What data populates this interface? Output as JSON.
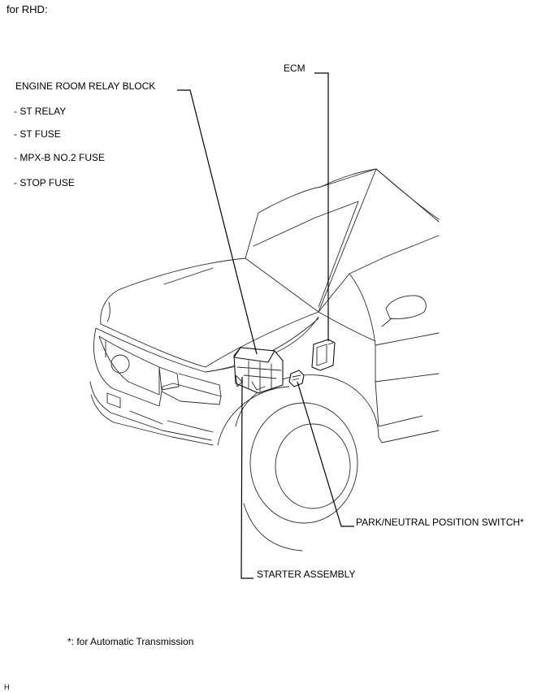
{
  "header": {
    "title": "for RHD:"
  },
  "labels": {
    "ecm": "ECM",
    "engine_room_relay_block": "ENGINE ROOM RELAY BLOCK",
    "relay_block_items": [
      "- ST RELAY",
      "- ST FUSE",
      "- MPX-B NO.2 FUSE",
      "- STOP FUSE"
    ],
    "park_neutral_switch": "PARK/NEUTRAL POSITION SWITCH*",
    "starter_assembly": "STARTER ASSEMBLY"
  },
  "footnote": "*: for Automatic Transmission",
  "corner_code": "H"
}
